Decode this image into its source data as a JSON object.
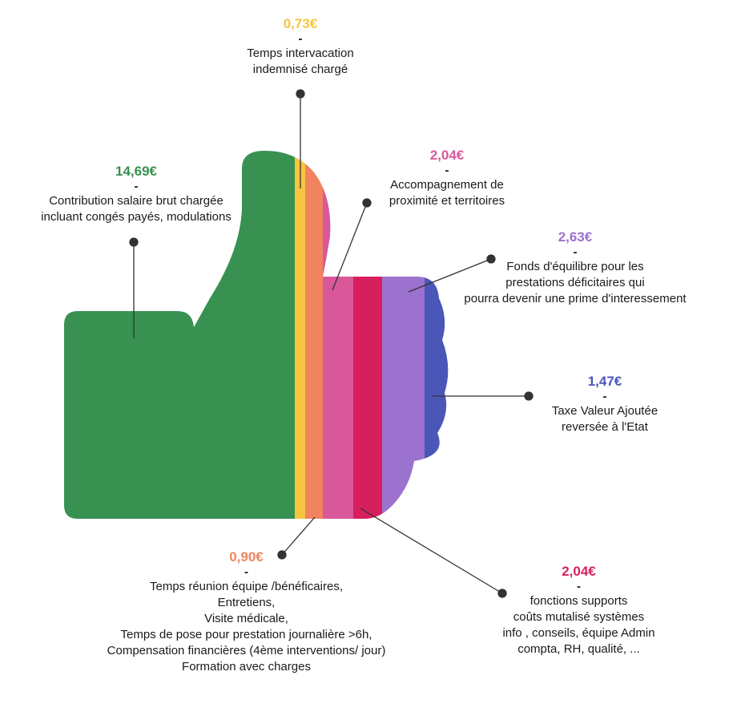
{
  "segments": [
    {
      "key": "salaire",
      "amount": "14,69€",
      "color": "#389150",
      "lines": [
        "Contribution salaire brut chargée",
        "incluant congés payés, modulations"
      ]
    },
    {
      "key": "intervacation",
      "amount": "0,73€",
      "color": "#f7c53e",
      "lines": [
        "Temps intervacation",
        "indemnisé chargé"
      ]
    },
    {
      "key": "reunion",
      "amount": "0,90€",
      "color": "#f0845e",
      "lines": [
        "Temps réunion équipe /bénéficaires,",
        "Entretiens,",
        "Visite médicale,",
        "Temps de pose pour prestation journalière >6h,",
        "Compensation financières (4ème interventions/ jour)",
        "Formation avec charges"
      ]
    },
    {
      "key": "accompagnement",
      "amount": "2,04€",
      "color": "#d9589a",
      "lines": [
        "Accompagnement de",
        "proximité et territoires"
      ]
    },
    {
      "key": "supports",
      "amount": "2,04€",
      "color": "#d81f5e",
      "lines": [
        "fonctions supports",
        "coûts mutalisé systèmes",
        "info , conseils, équipe Admin",
        "compta, RH, qualité, ..."
      ]
    },
    {
      "key": "equilibre",
      "amount": "2,63€",
      "color": "#9b72ce",
      "lines": [
        "Fonds d'équilibre pour les",
        "prestations déficitaires qui",
        "pourra devenir une prime d'interessement"
      ]
    },
    {
      "key": "tva",
      "amount": "1,47€",
      "color": "#4a57b8",
      "lines": [
        "Taxe Valeur Ajoutée",
        "reversée à l'Etat"
      ]
    }
  ]
}
